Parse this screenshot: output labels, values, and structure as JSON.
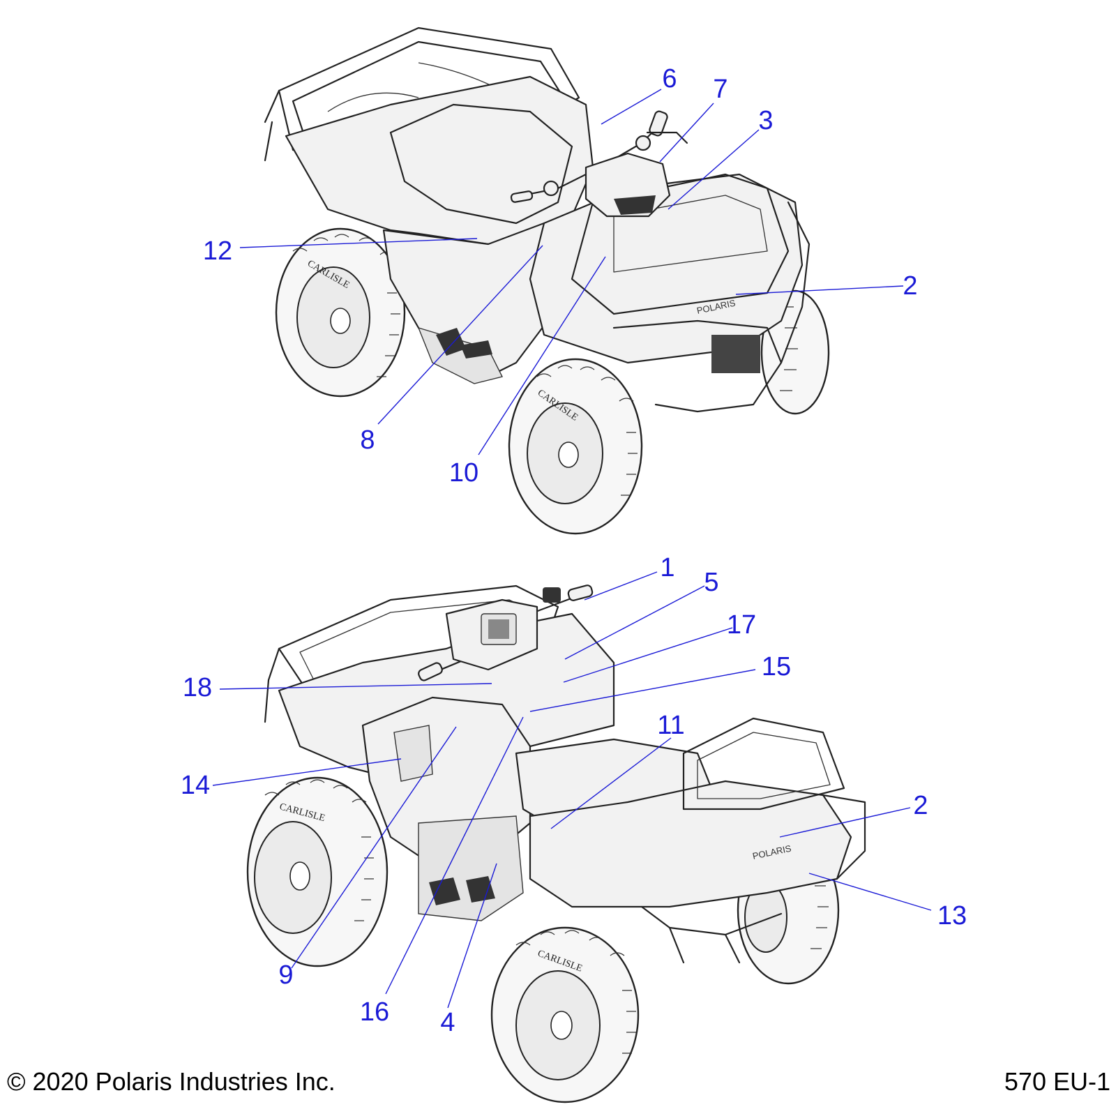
{
  "diagram": {
    "callouts": {
      "c1": "1",
      "c2a": "2",
      "c2b": "2",
      "c3": "3",
      "c4": "4",
      "c5": "5",
      "c6": "6",
      "c7": "7",
      "c8": "8",
      "c9": "9",
      "c10": "10",
      "c11": "11",
      "c12": "12",
      "c13": "13",
      "c14": "14",
      "c15": "15",
      "c16": "16",
      "c17": "17",
      "c18": "18"
    },
    "brand_decal_text": "POLARIS",
    "tire_text": "CARLISLE",
    "callout_color": "#1a1ad6"
  },
  "footer": {
    "copyright": "© 2020 Polaris Industries Inc.",
    "figure_id": "570 EU-1"
  }
}
